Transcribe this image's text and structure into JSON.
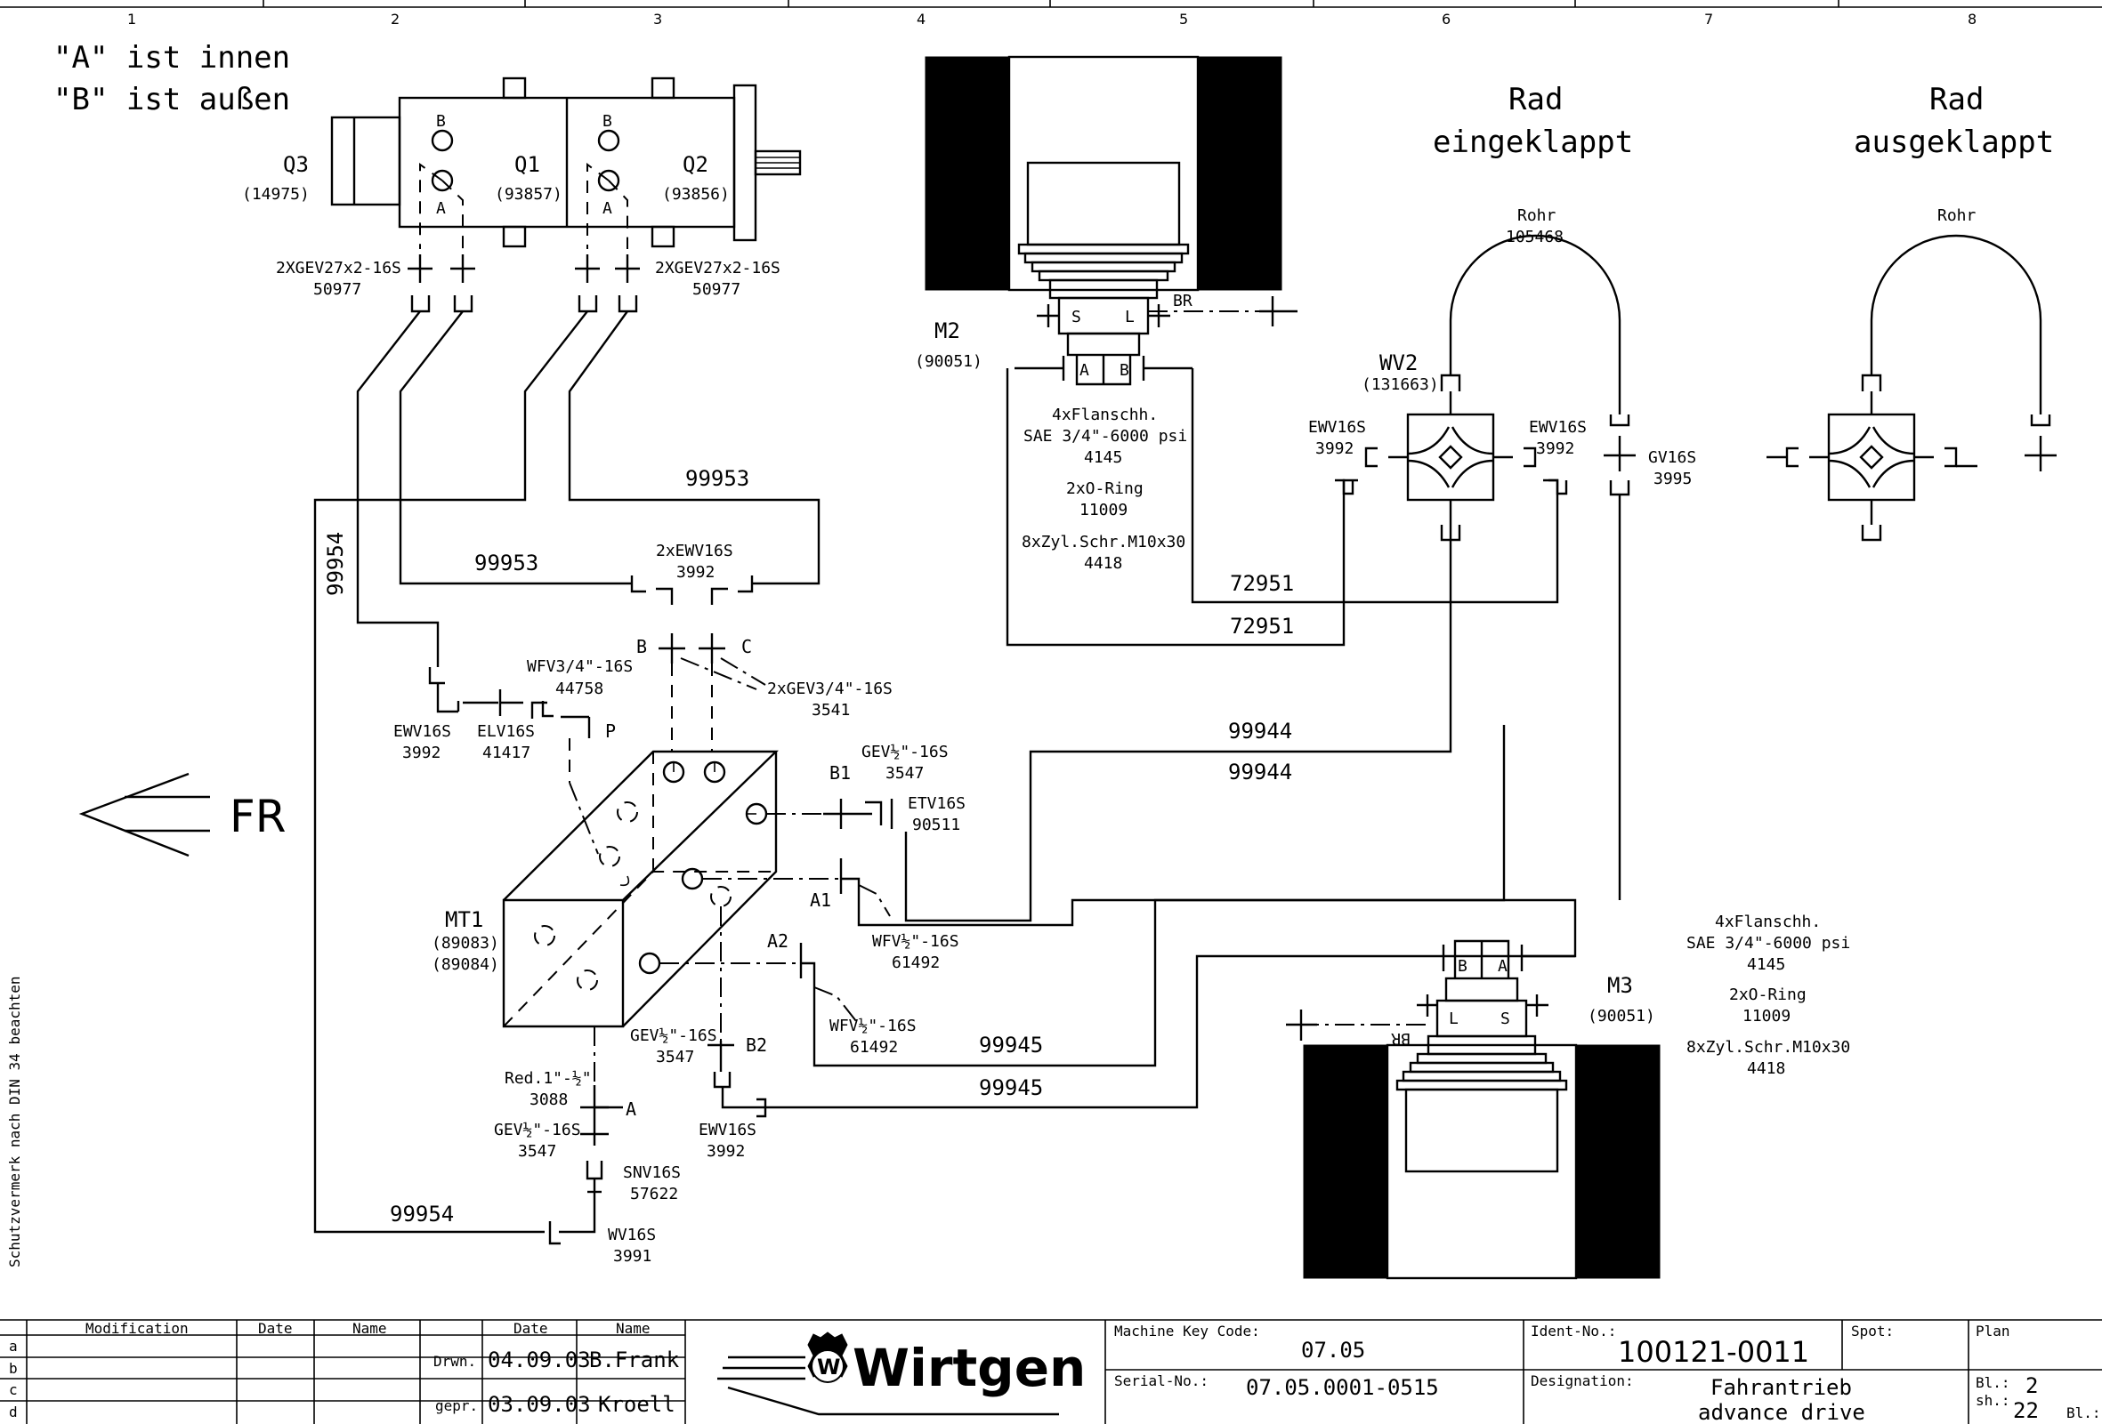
{
  "grid": {
    "columns": [
      "1",
      "2",
      "3",
      "4",
      "5",
      "6",
      "7",
      "8"
    ],
    "rows": [
      "a",
      "b",
      "c",
      "d"
    ]
  },
  "side_note": "Schutzvermerk nach DIN 34 beachten",
  "notes": {
    "line1": "\"A\" ist innen",
    "line2": "\"B\" ist außen"
  },
  "direction": {
    "label": "FR",
    "icon": "arrow-left-icon"
  },
  "pumps": {
    "q3": {
      "label": "Q3",
      "part": "(14975)"
    },
    "q1": {
      "label": "Q1",
      "part": "(93857)"
    },
    "q2": {
      "label": "Q2",
      "part": "(93856)"
    },
    "port_b": "B",
    "port_a": "A"
  },
  "fittings": {
    "gev_left": {
      "name": "2XGEV27x2-16S",
      "part": "50977"
    },
    "gev_right": {
      "name": "2XGEV27x2-16S",
      "part": "50977"
    },
    "ewv_pair": {
      "name": "2xEWV16S",
      "part": "3992"
    },
    "gev34": {
      "name": "2xGEV3/4\"-16S",
      "part": "3541"
    },
    "wfv34": {
      "name": "WFV3/4\"-16S",
      "part": "44758"
    },
    "ewv_left": {
      "name": "EWV16S",
      "part": "3992"
    },
    "elv": {
      "name": "ELV16S",
      "part": "41417"
    },
    "gev_b1": {
      "name": "GEV½\"-16S",
      "part": "3547"
    },
    "etv": {
      "name": "ETV16S",
      "part": "90511"
    },
    "wfv_a1": {
      "name": "WFV½\"-16S",
      "part": "61492"
    },
    "wfv_a2": {
      "name": "WFV½\"-16S",
      "part": "61492"
    },
    "gev_b2": {
      "name": "GEV½\"-16S",
      "part": "3547"
    },
    "ewv_b2": {
      "name": "EWV16S",
      "part": "3992"
    },
    "red": {
      "name": "Red.1\"-½\"",
      "part": "3088"
    },
    "gev_a": {
      "name": "GEV½\"-16S",
      "part": "3547"
    },
    "snv": {
      "name": "SNV16S",
      "part": "57622"
    },
    "wv": {
      "name": "WV16S",
      "part": "3991"
    },
    "ewv_wv2_left": {
      "name": "EWV16S",
      "part": "3992"
    },
    "ewv_wv2_right": {
      "name": "EWV16S",
      "part": "3992"
    },
    "gv16s": {
      "name": "GV16S",
      "part": "3995"
    }
  },
  "ports": {
    "b": "B",
    "c": "C",
    "p": "P",
    "b1": "B1",
    "a1": "A1",
    "a2": "A2",
    "b2": "B2",
    "a": "A"
  },
  "hoses": {
    "h99953_top": "99953",
    "h99953_mid": "99953",
    "h99954_vert": "99954",
    "h99954_bottom": "99954",
    "h72951_a": "72951",
    "h72951_b": "72951",
    "h99944_a": "99944",
    "h99944_b": "99944",
    "h99945_a": "99945",
    "h99945_b": "99945"
  },
  "valve_block": {
    "label": "MT1",
    "part1": "(89083)",
    "part2": "(89084)"
  },
  "motor_m2": {
    "label": "M2",
    "part": "(90051)",
    "br": "BR",
    "s": "S",
    "l": "L",
    "a": "A",
    "b": "B",
    "spec1": "4xFlanschh.",
    "spec2": "SAE 3/4\"-6000 psi",
    "spec3": "4145",
    "spec4": "2xO-Ring",
    "spec5": "11009",
    "spec6": "8xZyl.Schr.M10x30",
    "spec7": "4418"
  },
  "motor_m3": {
    "label": "M3",
    "part": "(90051)",
    "br": "BR",
    "s": "S",
    "l": "L",
    "a": "A",
    "b": "B",
    "spec1": "4xFlanschh.",
    "spec2": "SAE 3/4\"-6000 psi",
    "spec3": "4145",
    "spec4": "2xO-Ring",
    "spec5": "11009",
    "spec6": "8xZyl.Schr.M10x30",
    "spec7": "4418"
  },
  "wheel_in": {
    "title1": "Rad",
    "title2": "eingeklappt",
    "pipe": "Rohr",
    "pipe_part": "105468",
    "valve": "WV2",
    "valve_part": "(131663)"
  },
  "wheel_out": {
    "title1": "Rad",
    "title2": "ausgeklappt",
    "pipe": "Rohr"
  },
  "title_block": {
    "modification": "Modification",
    "date": "Date",
    "name": "Name",
    "date2": "Date",
    "name2": "Name",
    "drwn": "Drwn.",
    "drwn_date": "04.09.03",
    "drwn_name": "B.Frank",
    "gepr": "gepr.",
    "gepr_date": "03.09.03",
    "gepr_name": "Kroell",
    "logo": "Wirtgen",
    "logo_mark": "W",
    "machine_key_label": "Machine Key Code:",
    "machine_key": "07.05",
    "serial_label": "Serial-No.:",
    "serial": "07.05.0001-0515",
    "ident_label": "Ident-No.:",
    "ident": "100121-0011",
    "spot_label": "Spot:",
    "plan_label": "Plan",
    "designation_label": "Designation:",
    "designation_de": "Fahrantrieb",
    "designation_en": "advance drive",
    "bl_label": "Bl.:",
    "bl_value": "2",
    "sh_label": "sh.:",
    "sh_value": "22",
    "bl2_label": "Bl.:"
  }
}
